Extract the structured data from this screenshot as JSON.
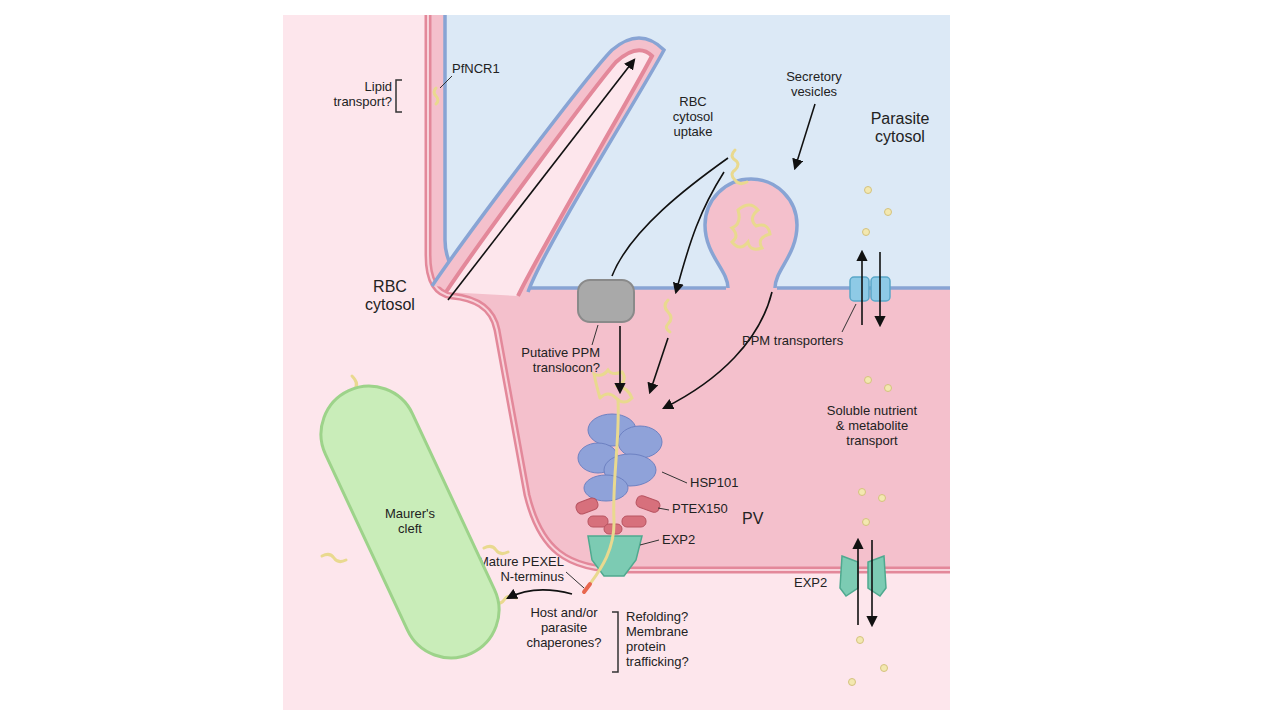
{
  "diagram": {
    "nodes": [
      {
        "text": [
          "Maurer's cleft"
        ]
      }
    ],
    "labels": [
      "Lipid transport?",
      "PfNCR1",
      "RBC cytosol uptake",
      "Secretory vesicles",
      "Parasite cytosol",
      "RBC cytosol",
      "Putative PPM translocon?",
      "PPM transporters",
      "Soluble nutrient & metabolite transport",
      "HSP101",
      "PTEX150",
      "EXP2",
      "PV",
      "Mature PEXEL N-terminus",
      "Host and/or parasite chaperones?",
      "Refolding? Membrane protein trafficking?",
      "EXP2"
    ]
  }
}
